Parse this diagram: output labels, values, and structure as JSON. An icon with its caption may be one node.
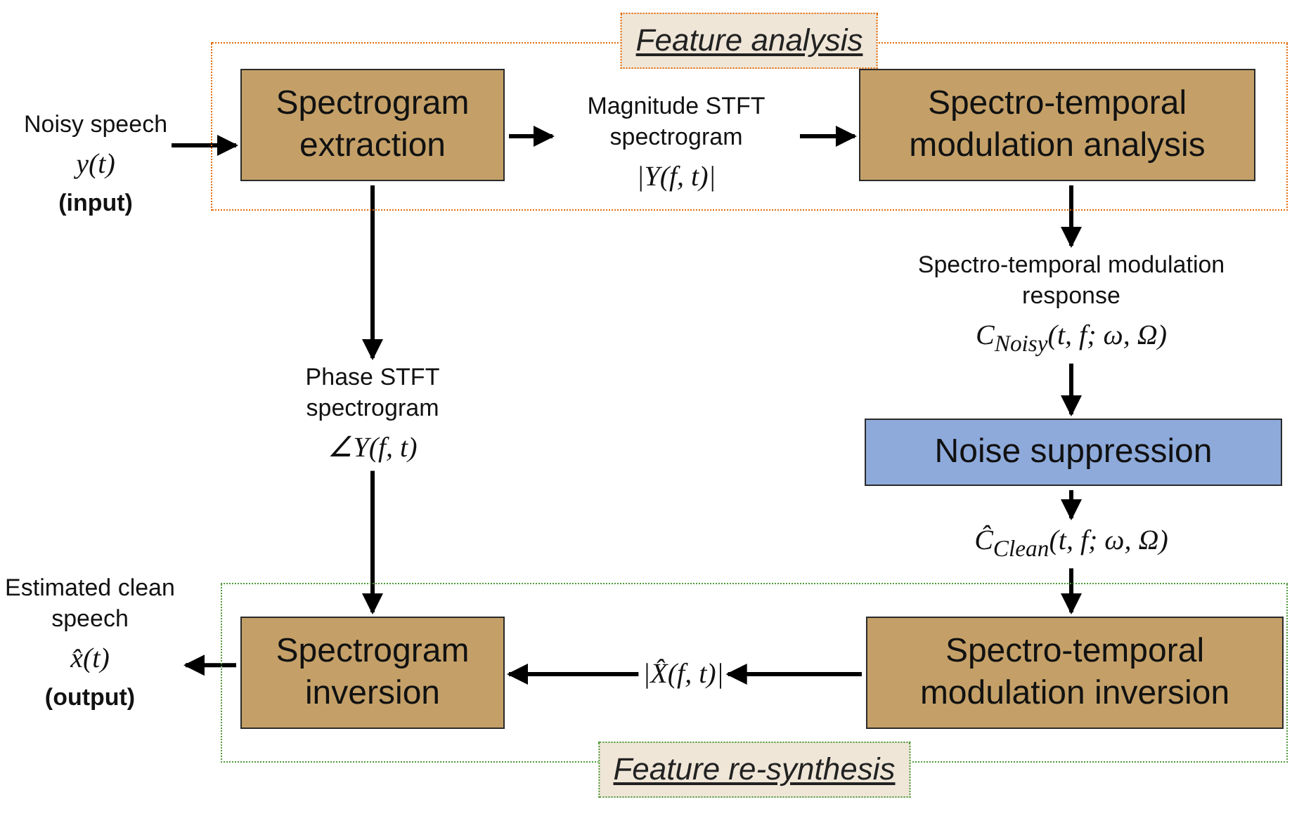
{
  "diagram": {
    "nodes": [
      {
        "text": [
          "Feature analysis"
        ]
      },
      {
        "text": [
          "Noisy speech",
          "y(t)",
          "(input)"
        ]
      },
      {
        "text": [
          "Spectrogram extraction"
        ],
        "in": 0
      },
      {
        "text": [
          "Magnitude STFT spectrogram",
          "|Y(f, t)|"
        ],
        "in": 0
      },
      {
        "text": [
          "Spectro-temporal modulation analysis"
        ],
        "in": 0
      },
      {
        "text": [
          "Spectro-temporal modulation response",
          "C$_{Noisy}$(t, f; ω, Ω)"
        ]
      },
      {
        "text": [
          "Phase STFT spectrogram",
          "∠Y(f, t)"
        ]
      },
      {
        "text": [
          "Noise suppression"
        ]
      },
      {
        "text": [
          "Ĉ$_{Clean}$(t, f; ω, Ω)"
        ]
      },
      {
        "text": [
          "Feature re-synthesis"
        ]
      },
      {
        "text": [
          "Spectrogram inversion"
        ],
        "in": 9
      },
      {
        "text": [
          "|X̂(f, t)|"
        ],
        "in": 9
      },
      {
        "text": [
          "Spectro-temporal modulation inversion"
        ],
        "in": 9
      },
      {
        "text": [
          "Estimated clean speech",
          "x̂(t)",
          "(output)"
        ]
      }
    ],
    "edges": [
      {
        "from": 1,
        "to": 2,
        "arrow": "to"
      },
      {
        "from": 2,
        "to": 3,
        "arrow": "to"
      },
      {
        "from": 3,
        "to": 4,
        "arrow": "to"
      },
      {
        "from": 4,
        "to": 5,
        "arrow": "to"
      },
      {
        "from": 5,
        "to": 7,
        "arrow": "to"
      },
      {
        "from": 7,
        "to": 8,
        "arrow": "to"
      },
      {
        "from": 8,
        "to": 12,
        "arrow": "to"
      },
      {
        "from": 12,
        "to": 11,
        "arrow": "to"
      },
      {
        "from": 11,
        "to": 10,
        "arrow": "to"
      },
      {
        "from": 10,
        "to": 13,
        "arrow": "to"
      },
      {
        "from": 2,
        "to": 6,
        "arrow": "to"
      },
      {
        "from": 6,
        "to": 10,
        "arrow": "to"
      }
    ]
  }
}
